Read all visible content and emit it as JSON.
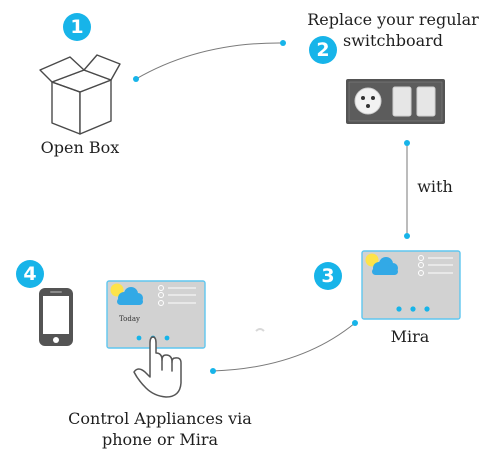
{
  "steps": [
    {
      "number": "1",
      "caption": "Open Box"
    },
    {
      "number": "2",
      "caption_line1": "Replace your regular",
      "caption_line2": "switchboard"
    },
    {
      "number": "3",
      "caption": "Mira"
    },
    {
      "number": "4",
      "caption_line1": "Control Appliances via",
      "caption_line2": "phone or Mira"
    }
  ],
  "connector_label": "with",
  "mira_panel_small": {
    "weather_label": "Today"
  },
  "colors": {
    "accent": "#17b4e9",
    "panel_fill": "#d2d2d2",
    "panel_border": "#5fc6ef",
    "sun": "#fde34a",
    "cloud": "#32a9e6",
    "switch_plate": "#545454",
    "box_line": "#4a4a4a"
  },
  "icons": [
    "box-icon",
    "switchboard-icon",
    "mira-panel-icon",
    "smartphone-icon",
    "pointing-hand-icon",
    "sun-icon",
    "cloud-icon"
  ]
}
